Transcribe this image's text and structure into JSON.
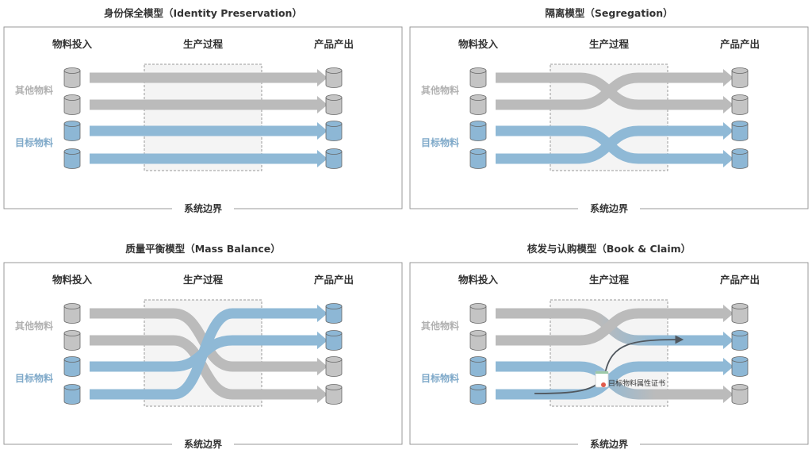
{
  "colors": {
    "other": "#bbbbbb",
    "target": "#8fb9d6",
    "cylinder_other": "#c4c4c4",
    "cylinder_target": "#8db7d5",
    "panel_border": "#999999",
    "process_fill": "#f4f4f4",
    "process_border": "#9a9a9a",
    "claim_line": "#50575e"
  },
  "panels": [
    {
      "title": "身份保全模型（Identity Preservation）",
      "col_input": "物料投入",
      "col_process": "生产过程",
      "col_output": "产品产出",
      "label_other": "其他物料",
      "label_target": "目标物料",
      "boundary": "系统边界",
      "model": "identity_preservation",
      "outputs": [
        "other",
        "other",
        "target",
        "target"
      ]
    },
    {
      "title": "隔离模型（Segregation）",
      "col_input": "物料投入",
      "col_process": "生产过程",
      "col_output": "产品产出",
      "label_other": "其他物料",
      "label_target": "目标物料",
      "boundary": "系统边界",
      "model": "segregation",
      "outputs": [
        "other",
        "other",
        "target",
        "target"
      ]
    },
    {
      "title": "质量平衡模型（Mass Balance）",
      "col_input": "物料投入",
      "col_process": "生产过程",
      "col_output": "产品产出",
      "label_other": "其他物料",
      "label_target": "目标物料",
      "boundary": "系统边界",
      "model": "mass_balance",
      "outputs": [
        "target",
        "target",
        "other",
        "other"
      ]
    },
    {
      "title": "核发与认购模型（Book & Claim）",
      "col_input": "物料投入",
      "col_process": "生产过程",
      "col_output": "产品产出",
      "label_other": "其他物料",
      "label_target": "目标物料",
      "boundary": "系统边界",
      "model": "book_and_claim",
      "outputs": [
        "other",
        "target",
        "target",
        "other"
      ],
      "certificate_label": "目标物料属性证书"
    }
  ]
}
